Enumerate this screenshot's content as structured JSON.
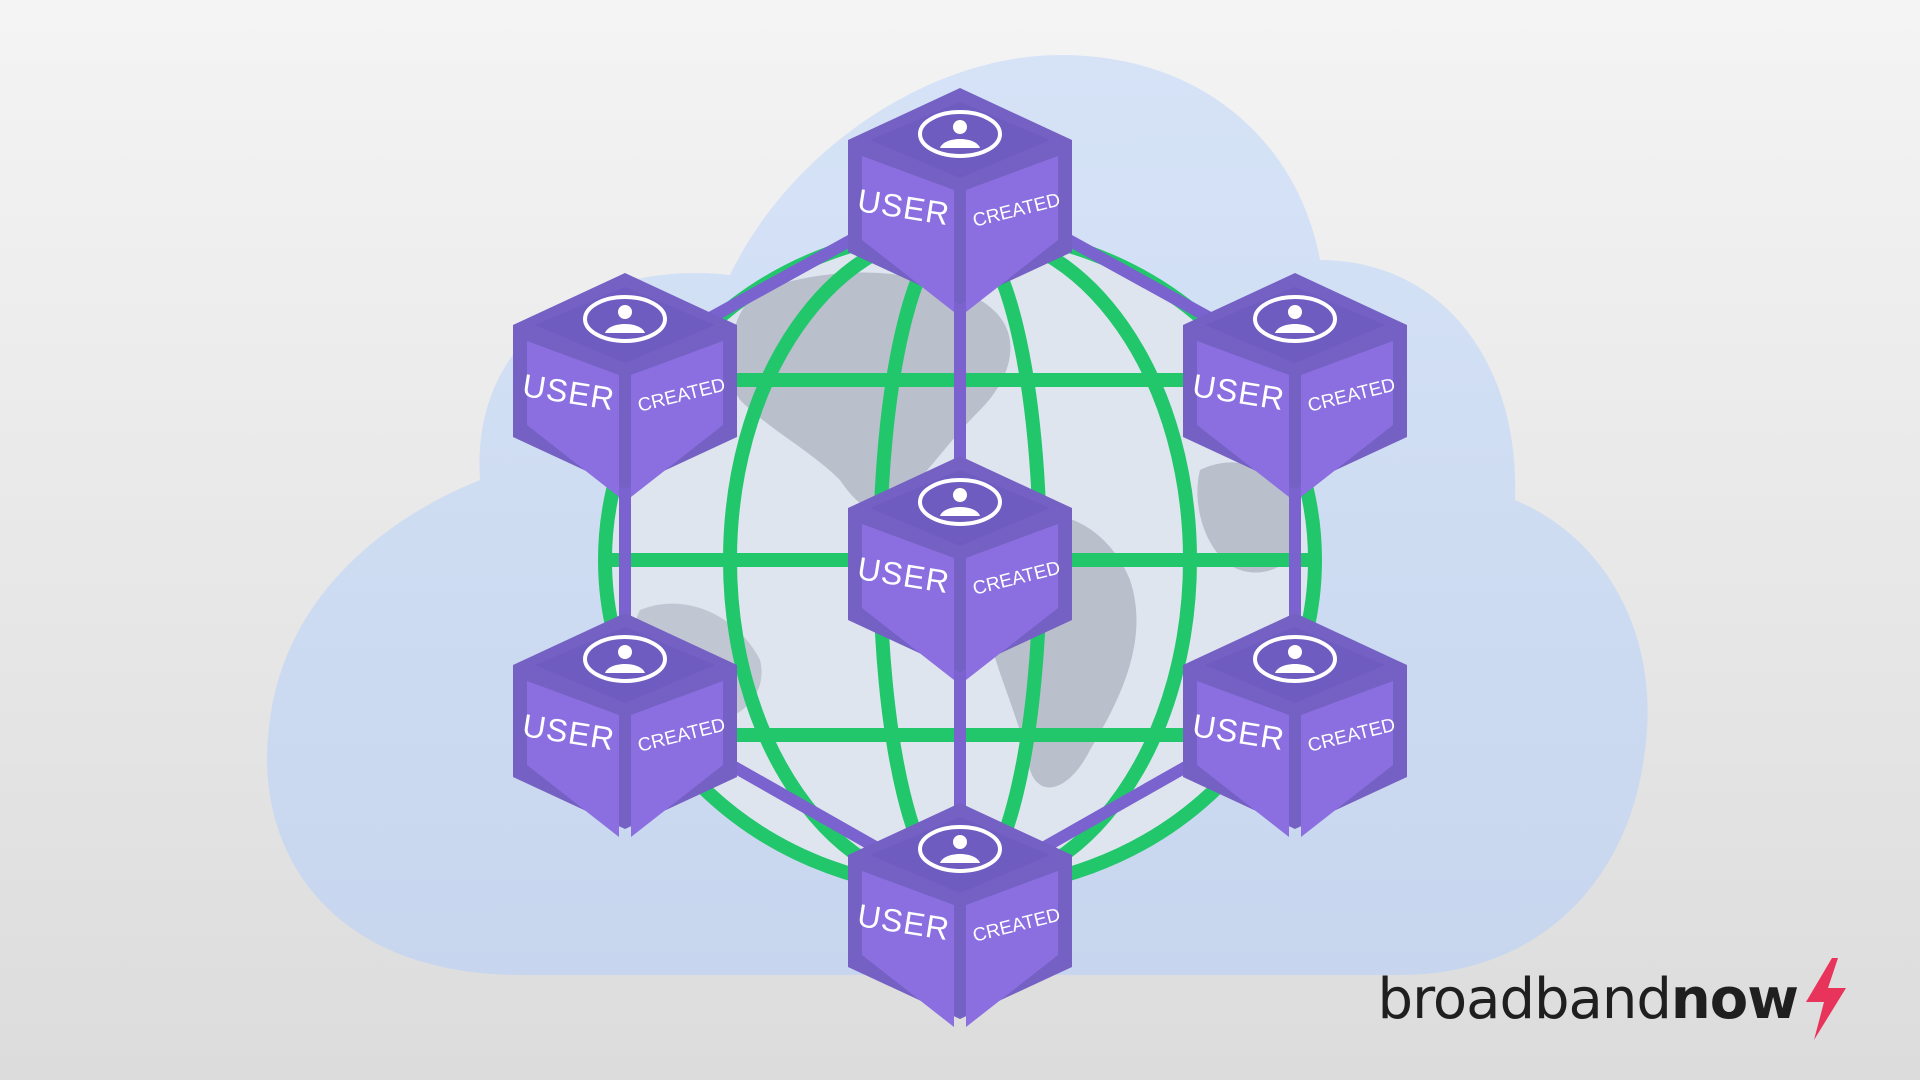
{
  "illustration": {
    "colors": {
      "background": "#ececec",
      "cloud": "#c7d6ee",
      "globe_fill": "#dfe5ee",
      "continents": "#b9bfcb",
      "grid_lines": "#22c76c",
      "connectors": "#7a63cf",
      "cube_dark": "#7561c4",
      "cube_top": "#6e5cc0",
      "cube_face": "#8b6fe0",
      "cube_text": "#ffffff"
    },
    "cube": {
      "label_main": "USER",
      "label_side": "CREATED",
      "icon": "user-avatar-icon"
    },
    "cube_count": 7,
    "globe_icon": "globe-icon",
    "cloud_icon": "cloud-icon"
  },
  "brand": {
    "part1": "broadband",
    "part2": "now",
    "bolt_color": "#e8335a"
  }
}
